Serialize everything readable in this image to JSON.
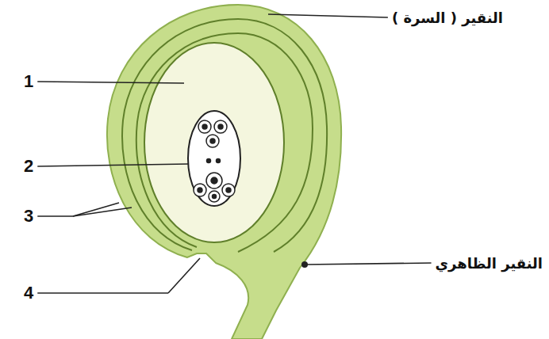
{
  "diagram": {
    "labels": [
      "النقير ( السرة )",
      "1",
      "2",
      "3",
      "4",
      "النقير الظاهري"
    ]
  }
}
